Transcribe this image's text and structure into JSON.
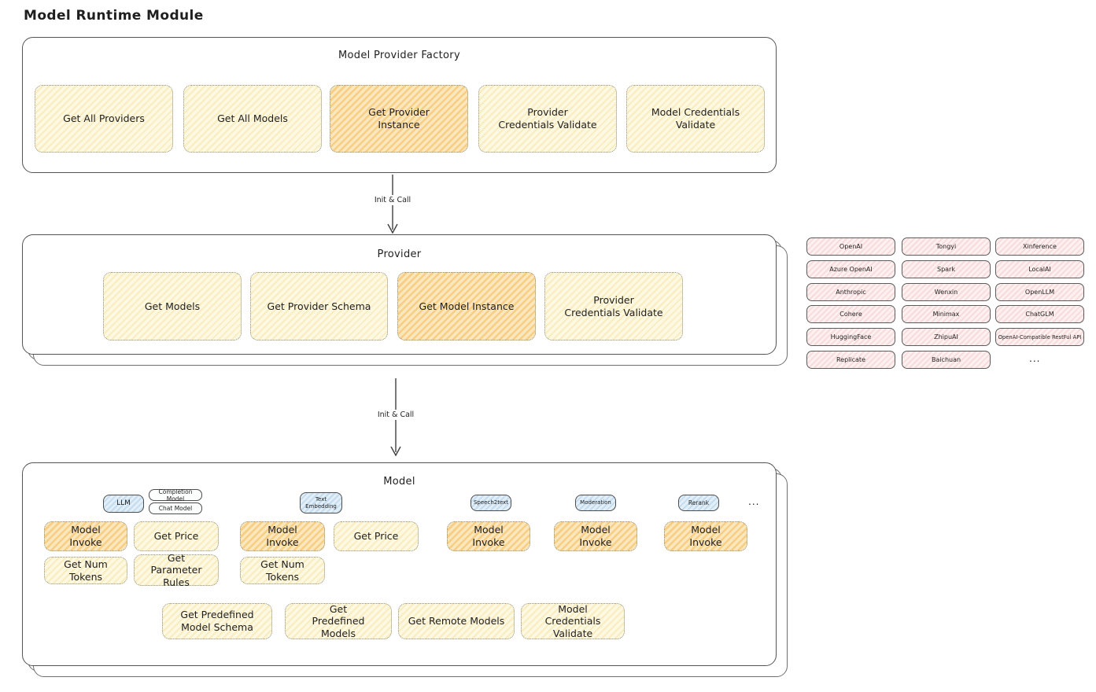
{
  "page": {
    "title": "Model Runtime Module"
  },
  "colors": {
    "yellow_fill": "#fdf8e1",
    "orange_highlight_fill": "#fbe7bd",
    "pink_fill": "#fdf0f0",
    "blue_fill": "#e2eff8",
    "border": "#545454"
  },
  "factory": {
    "title": "Model Provider Factory",
    "items": [
      "Get All Providers",
      "Get All Models",
      "Get Provider Instance",
      "Provider Credentials Validate",
      "Model Credentials Validate"
    ]
  },
  "arrows": {
    "top": "Init & Call",
    "bottom": "Init & Call"
  },
  "provider": {
    "title": "Provider",
    "items": [
      "Get Models",
      "Get Provider Schema",
      "Get Model Instance",
      "Provider Credentials Validate"
    ]
  },
  "providers": {
    "col1": [
      "OpenAI",
      "Azure OpenAI",
      "Anthropic",
      "Cohere",
      "HuggingFace",
      "Replicate"
    ],
    "col2": [
      "Tongyi",
      "Spark",
      "Wenxin",
      "Minimax",
      "ZhipuAI",
      "Baichuan"
    ],
    "col3": [
      "Xinference",
      "LocalAI",
      "OpenLLM",
      "ChatGLM",
      "OpenAI-Compatible RestFul API"
    ],
    "more": "..."
  },
  "model": {
    "title": "Model",
    "types": {
      "llm": "LLM",
      "completion_model": "Completion Model",
      "chat_model": "Chat Model",
      "text_embedding": "Text Embedding",
      "speech2text": "Speech2text",
      "moderation": "Moderation",
      "rerank": "Rerank",
      "more": "..."
    },
    "functions": {
      "model_invoke": "Model Invoke",
      "get_price": "Get Price",
      "get_num_tokens": "Get Num Tokens",
      "get_parameter_rules": "Get Parameter Rules",
      "get_predefined_model_schema": "Get Predefined Model Schema",
      "get_predefined_models": "Get Predefined Models",
      "get_remote_models": "Get Remote Models",
      "model_credentials_validate": "Model Credentials Validate"
    }
  }
}
